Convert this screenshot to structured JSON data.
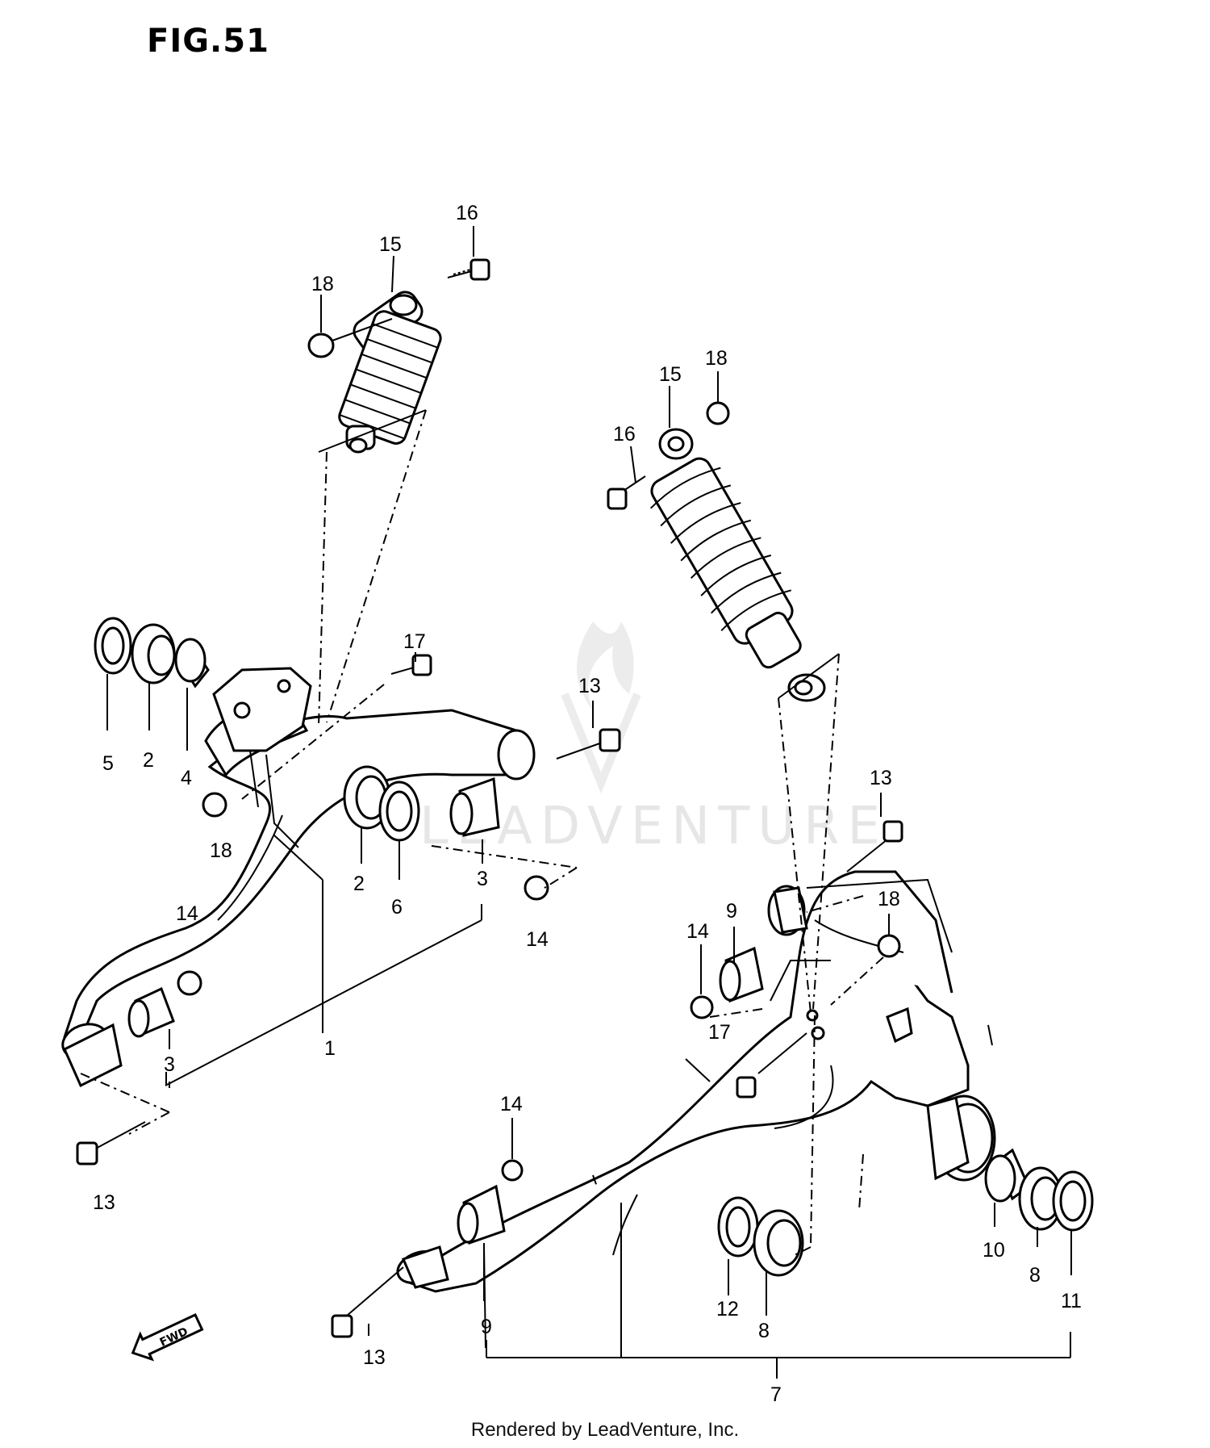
{
  "figure": {
    "title": "FIG.51",
    "footer": "Rendered by LeadVenture, Inc.",
    "watermark": "LEADVENTURE",
    "fwd_symbol": "FWD"
  },
  "callouts": {
    "c1": "1",
    "c2a": "2",
    "c2b": "2",
    "c3a": "3",
    "c3b": "3",
    "c4": "4",
    "c5": "5",
    "c6": "6",
    "c7": "7",
    "c8a": "8",
    "c8b": "8",
    "c9a": "9",
    "c9b": "9",
    "c10": "10",
    "c11": "11",
    "c12": "12",
    "c13a": "13",
    "c13b": "13",
    "c13c": "13",
    "c13d": "13",
    "c14a": "14",
    "c14b": "14",
    "c14c": "14",
    "c14d": "14",
    "c15a": "15",
    "c15b": "15",
    "c16a": "16",
    "c16b": "16",
    "c17a": "17",
    "c17b": "17",
    "c18a": "18",
    "c18b": "18",
    "c18c": "18",
    "c18d": "18"
  },
  "colors": {
    "line": "#000000",
    "background": "#ffffff",
    "watermark": "#e6e6e6"
  }
}
